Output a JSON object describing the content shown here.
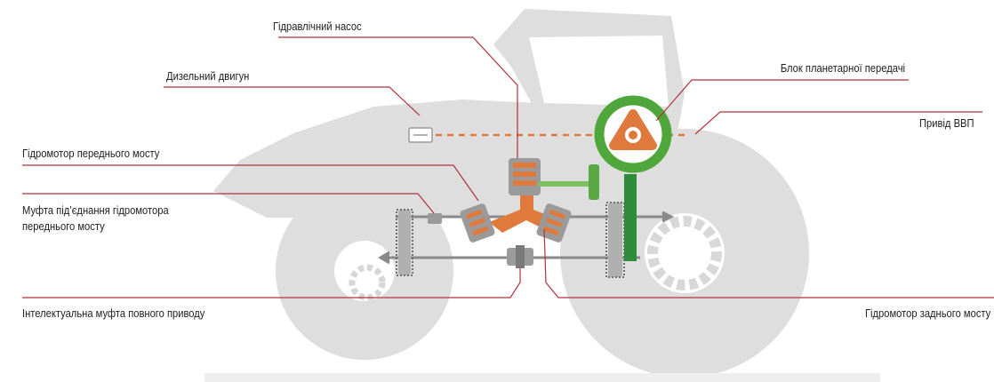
{
  "labels": {
    "hydraulic_pump": "Гідравлічний насос",
    "diesel_engine": "Дизельний двигун",
    "planetary_unit": "Блок планетарної передачі",
    "pto_drive": "Привід ВВП",
    "front_axle_motor": "Гідромотор переднього мосту",
    "front_motor_clutch_line1": "Муфта під’єднання гідромотора",
    "front_motor_clutch_line2": "переднього мосту",
    "awd_clutch": "Інтелектуальна муфта повного приводу",
    "rear_axle_motor": "Гідромотор заднього мосту"
  },
  "colors": {
    "leader_line": "#b1323c",
    "tractor_silhouette": "#dcdcdc",
    "hydraulic_fluid": "#e07a3c",
    "planetary_ring": "#4fa63a",
    "drive_green": "#2e8b3a",
    "shaft": "#8a8a8a"
  }
}
